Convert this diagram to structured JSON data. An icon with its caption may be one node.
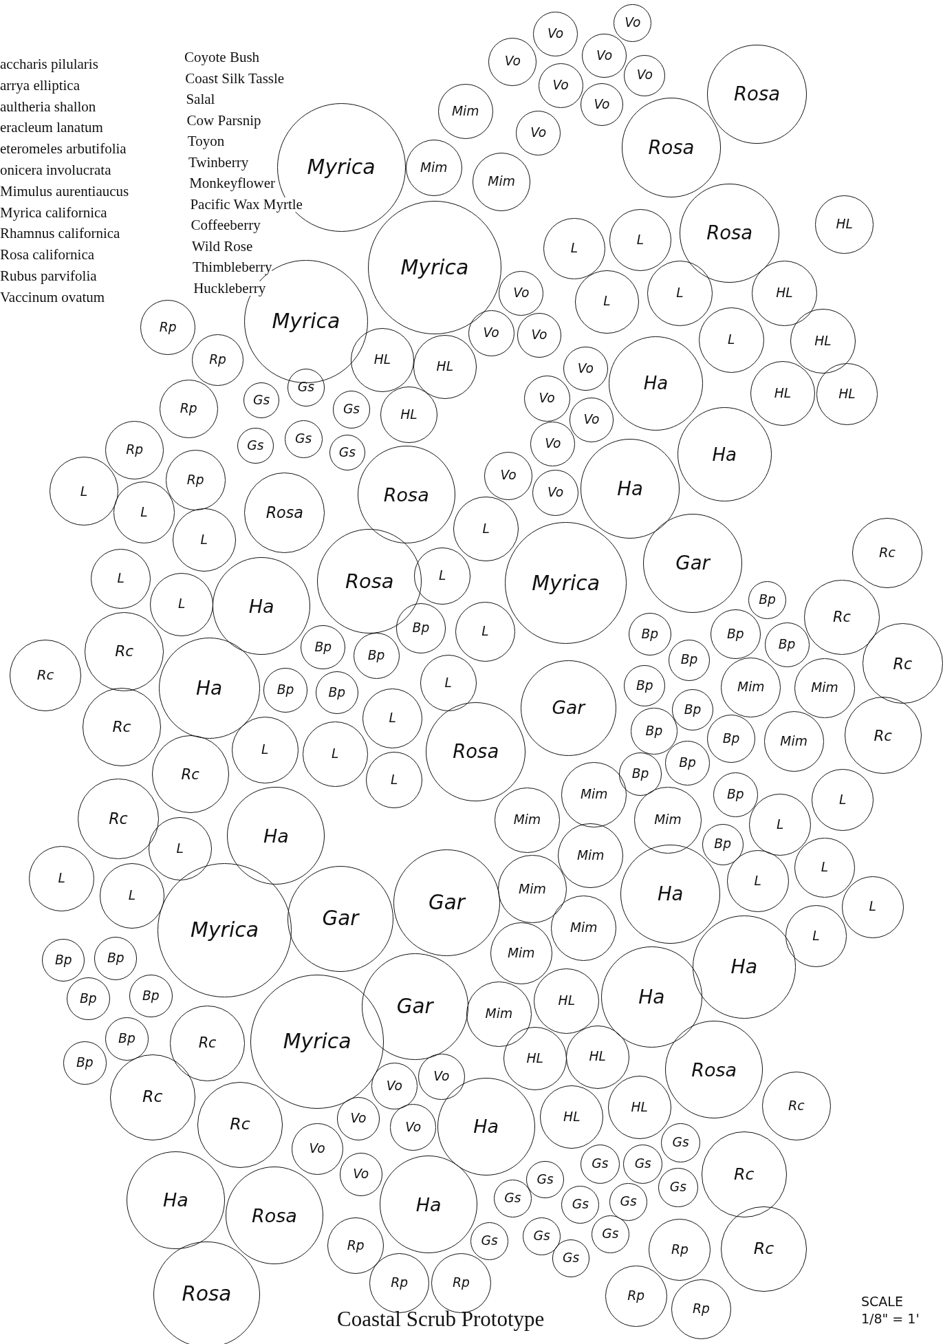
{
  "diagram": {
    "caption": "Coastal Scrub Prototype",
    "nodes": [
      {
        "text": [
          "Vo"
        ]
      },
      {
        "text": [
          "Vo"
        ]
      },
      {
        "text": [
          "Vo"
        ]
      },
      {
        "text": [
          "Vo"
        ]
      },
      {
        "text": [
          "Vo"
        ]
      },
      {
        "text": [
          "Vo"
        ]
      },
      {
        "text": [
          "Vo"
        ]
      },
      {
        "text": [
          "Vo"
        ]
      },
      {
        "text": [
          "Mim"
        ]
      },
      {
        "text": [
          "Rosa"
        ]
      },
      {
        "text": [
          "Rosa"
        ]
      },
      {
        "text": [
          "Mim"
        ]
      },
      {
        "text": [
          "Mim"
        ]
      },
      {
        "text": [
          "Myrica"
        ]
      },
      {
        "text": [
          "HL"
        ]
      },
      {
        "text": [
          "Rosa"
        ]
      },
      {
        "text": [
          "L"
        ]
      },
      {
        "text": [
          "L"
        ]
      },
      {
        "text": [
          "Myrica"
        ]
      },
      {
        "text": [
          "Vo"
        ]
      },
      {
        "text": [
          "L"
        ]
      },
      {
        "text": [
          "L"
        ]
      },
      {
        "text": [
          "HL"
        ]
      },
      {
        "text": [
          "Myrica"
        ]
      },
      {
        "text": [
          "Rp"
        ]
      },
      {
        "text": [
          "Rp"
        ]
      },
      {
        "text": [
          "Vo"
        ]
      },
      {
        "text": [
          "Vo"
        ]
      },
      {
        "text": [
          "L"
        ]
      },
      {
        "text": [
          "HL"
        ]
      },
      {
        "text": [
          "HL"
        ]
      },
      {
        "text": [
          "HL"
        ]
      },
      {
        "text": [
          "Vo"
        ]
      },
      {
        "text": [
          "Ha"
        ]
      },
      {
        "text": [
          "Gs"
        ]
      },
      {
        "text": [
          "Gs"
        ]
      },
      {
        "text": [
          "Gs"
        ]
      },
      {
        "text": [
          "Rp"
        ]
      },
      {
        "text": [
          "HL"
        ]
      },
      {
        "text": [
          "Vo"
        ]
      },
      {
        "text": [
          "Vo"
        ]
      },
      {
        "text": [
          "HL"
        ]
      },
      {
        "text": [
          "HL"
        ]
      },
      {
        "text": [
          "Gs"
        ]
      },
      {
        "text": [
          "Gs"
        ]
      },
      {
        "text": [
          "Gs"
        ]
      },
      {
        "text": [
          "Rp"
        ]
      },
      {
        "text": [
          "Ha"
        ]
      },
      {
        "text": [
          "Vo"
        ]
      },
      {
        "text": [
          "Rp"
        ]
      },
      {
        "text": [
          "L"
        ]
      },
      {
        "text": [
          "Rosa"
        ]
      },
      {
        "text": [
          "Rosa"
        ]
      },
      {
        "text": [
          "Vo"
        ]
      },
      {
        "text": [
          "Vo"
        ]
      },
      {
        "text": [
          "Ha"
        ]
      },
      {
        "text": [
          "L"
        ]
      },
      {
        "text": [
          "L"
        ]
      },
      {
        "text": [
          "L"
        ]
      },
      {
        "text": [
          "Rc"
        ]
      },
      {
        "text": [
          "Gar"
        ]
      },
      {
        "text": [
          "Myrica"
        ]
      },
      {
        "text": [
          "L"
        ]
      },
      {
        "text": [
          "Rosa"
        ]
      },
      {
        "text": [
          "L"
        ]
      },
      {
        "text": [
          "Ha"
        ]
      },
      {
        "text": [
          "L"
        ]
      },
      {
        "text": [
          "Bp"
        ]
      },
      {
        "text": [
          "Rc"
        ]
      },
      {
        "text": [
          "Bp"
        ]
      },
      {
        "text": [
          "L"
        ]
      },
      {
        "text": [
          "Bp"
        ]
      },
      {
        "text": [
          "Bp"
        ]
      },
      {
        "text": [
          "Bp"
        ]
      },
      {
        "text": [
          "Bp"
        ]
      },
      {
        "text": [
          "Bp"
        ]
      },
      {
        "text": [
          "Rc"
        ]
      },
      {
        "text": [
          "Rc"
        ]
      },
      {
        "text": [
          "Rc"
        ]
      },
      {
        "text": [
          "Ha"
        ]
      },
      {
        "text": [
          "Bp"
        ]
      },
      {
        "text": [
          "L"
        ]
      },
      {
        "text": [
          "Bp"
        ]
      },
      {
        "text": [
          "Bp"
        ]
      },
      {
        "text": [
          "Bp"
        ]
      },
      {
        "text": [
          "Mim"
        ]
      },
      {
        "text": [
          "Mim"
        ]
      },
      {
        "text": [
          "Gar"
        ]
      },
      {
        "text": [
          "Bp"
        ]
      },
      {
        "text": [
          "Rc"
        ]
      },
      {
        "text": [
          "L"
        ]
      },
      {
        "text": [
          "Bp"
        ]
      },
      {
        "text": [
          "Bp"
        ]
      },
      {
        "text": [
          "Mim"
        ]
      },
      {
        "text": [
          "Rc"
        ]
      },
      {
        "text": [
          "L"
        ]
      },
      {
        "text": [
          "L"
        ]
      },
      {
        "text": [
          "Rosa"
        ]
      },
      {
        "text": [
          "Rc"
        ]
      },
      {
        "text": [
          "Bp"
        ]
      },
      {
        "text": [
          "Bp"
        ]
      },
      {
        "text": [
          "L"
        ]
      },
      {
        "text": [
          "Mim"
        ]
      },
      {
        "text": [
          "Bp"
        ]
      },
      {
        "text": [
          "L"
        ]
      },
      {
        "text": [
          "Rc"
        ]
      },
      {
        "text": [
          "L"
        ]
      },
      {
        "text": [
          "Ha"
        ]
      },
      {
        "text": [
          "Mim"
        ]
      },
      {
        "text": [
          "Mim"
        ]
      },
      {
        "text": [
          "L"
        ]
      },
      {
        "text": [
          "Bp"
        ]
      },
      {
        "text": [
          "Mim"
        ]
      },
      {
        "text": [
          "L"
        ]
      },
      {
        "text": [
          "L"
        ]
      },
      {
        "text": [
          "L"
        ]
      },
      {
        "text": [
          "Myrica"
        ]
      },
      {
        "text": [
          "Gar"
        ]
      },
      {
        "text": [
          "Gar"
        ]
      },
      {
        "text": [
          "Mim"
        ]
      },
      {
        "text": [
          "Ha"
        ]
      },
      {
        "text": [
          "L"
        ]
      },
      {
        "text": [
          "L"
        ]
      },
      {
        "text": [
          "L"
        ]
      },
      {
        "text": [
          "Mim"
        ]
      },
      {
        "text": [
          "Mim"
        ]
      },
      {
        "text": [
          "Ha"
        ]
      },
      {
        "text": [
          "Bp"
        ]
      },
      {
        "text": [
          "Bp"
        ]
      },
      {
        "text": [
          "Bp"
        ]
      },
      {
        "text": [
          "Bp"
        ]
      },
      {
        "text": [
          "Gar"
        ]
      },
      {
        "text": [
          "Mim"
        ]
      },
      {
        "text": [
          "HL"
        ]
      },
      {
        "text": [
          "Ha"
        ]
      },
      {
        "text": [
          "Myrica"
        ]
      },
      {
        "text": [
          "Rc"
        ]
      },
      {
        "text": [
          "Bp"
        ]
      },
      {
        "text": [
          "Bp"
        ]
      },
      {
        "text": [
          "HL"
        ]
      },
      {
        "text": [
          "HL"
        ]
      },
      {
        "text": [
          "Rosa"
        ]
      },
      {
        "text": [
          "Rc"
        ]
      },
      {
        "text": [
          "Vo"
        ]
      },
      {
        "text": [
          "Vo"
        ]
      },
      {
        "text": [
          "HL"
        ]
      },
      {
        "text": [
          "HL"
        ]
      },
      {
        "text": [
          "Rc"
        ]
      },
      {
        "text": [
          "Ha"
        ]
      },
      {
        "text": [
          "Vo"
        ]
      },
      {
        "text": [
          "Vo"
        ]
      },
      {
        "text": [
          "Rc"
        ]
      },
      {
        "text": [
          "Vo"
        ]
      },
      {
        "text": [
          "Gs"
        ]
      },
      {
        "text": [
          "Gs"
        ]
      },
      {
        "text": [
          "Gs"
        ]
      },
      {
        "text": [
          "Vo"
        ]
      },
      {
        "text": [
          "Ha"
        ]
      },
      {
        "text": [
          "Rosa"
        ]
      },
      {
        "text": [
          "Ha"
        ]
      },
      {
        "text": [
          "Gs"
        ]
      },
      {
        "text": [
          "Gs"
        ]
      },
      {
        "text": [
          "Gs"
        ]
      },
      {
        "text": [
          "Gs"
        ]
      },
      {
        "text": [
          "Gs"
        ]
      },
      {
        "text": [
          "Rc"
        ]
      },
      {
        "text": [
          "Gs"
        ]
      },
      {
        "text": [
          "Gs"
        ]
      },
      {
        "text": [
          "Gs"
        ]
      },
      {
        "text": [
          "Gs"
        ]
      },
      {
        "text": [
          "Rp"
        ]
      },
      {
        "text": [
          "Rp"
        ]
      },
      {
        "text": [
          "Rc"
        ]
      },
      {
        "text": [
          "Rosa"
        ]
      },
      {
        "text": [
          "Rp"
        ]
      },
      {
        "text": [
          "Rp"
        ]
      },
      {
        "text": [
          "Rp"
        ]
      },
      {
        "text": [
          "Rp"
        ]
      }
    ],
    "labels": [
      "accharis pilularis",
      "Coyote Bush",
      "arrya elliptica",
      "Coast Silk Tassle",
      "aultheria shallon",
      "Salal",
      "eracleum lanatum",
      "Cow Parsnip",
      "eteromeles arbutifolia",
      "Toyon",
      "onicera involucrata",
      "Twinberry",
      "Mimulus aurentiaucus",
      "Monkeyflower",
      "Myrica californica",
      "Pacific Wax Myrtle",
      "Rhamnus californica",
      "Coffeeberry",
      "Rosa californica",
      "Wild Rose",
      "Rubus parvifolia",
      "Thimbleberry",
      "Vaccinum ovatum",
      "Huckleberry",
      "SCALE 1/8\" = 1'"
    ]
  }
}
